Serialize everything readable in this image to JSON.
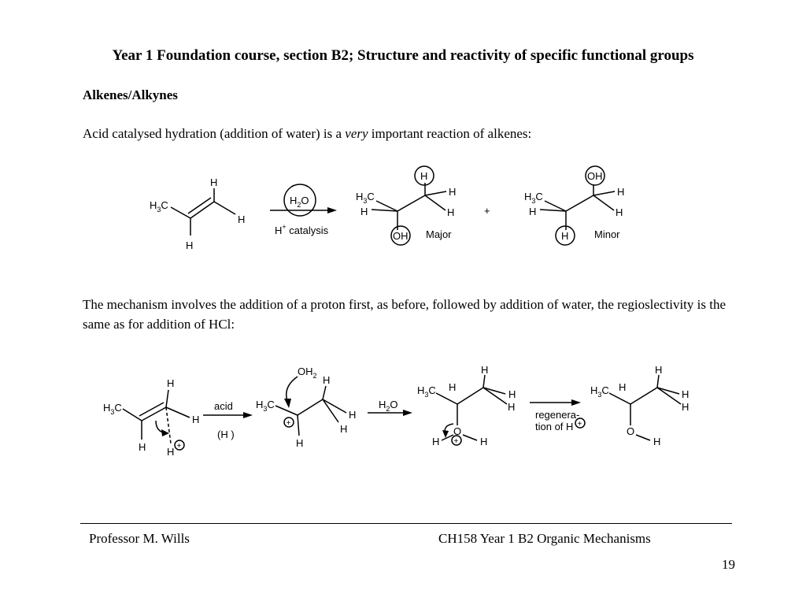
{
  "title": "Year 1 Foundation course, section B2;  Structure and reactivity of specific functional groups",
  "heading": "Alkenes/Alkynes",
  "intro": {
    "before": "Acid catalysed hydration (addition of water) is a ",
    "emphasis": "very",
    "after": " important reaction of alkenes:"
  },
  "mechanism_text": "The mechanism involves the addition of a proton first, as before, followed by addition of water, the regioslectivity is the same as for addition of HCl:",
  "scheme1": {
    "H": "H",
    "C": "C",
    "O": "O",
    "OH": "OH",
    "sub2": "2",
    "sub3": "3",
    "plus_sign": "+",
    "catalysis": " catalysis",
    "plus": "+",
    "major": "Major",
    "minor": "Minor"
  },
  "scheme2": {
    "H": "H",
    "C": "C",
    "O": "O",
    "sub2": "2",
    "sub3": "3",
    "acid": "acid",
    "h_paren": "(H  )",
    "regen_line1": "regenera-",
    "regen_line2": "tion of H",
    "plus": "+"
  },
  "footer": {
    "left": "Professor M. Wills",
    "right": "CH158 Year 1 B2 Organic Mechanisms",
    "page": "19"
  }
}
